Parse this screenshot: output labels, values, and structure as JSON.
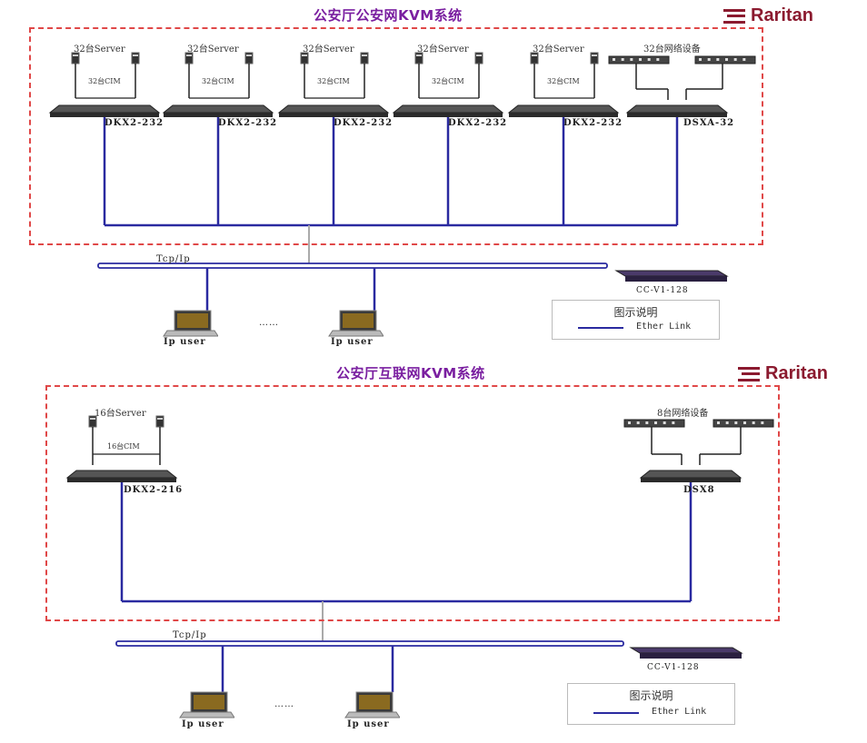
{
  "top": {
    "title": "公安厅公安网KVM系统",
    "brand": "Raritan",
    "switches": [
      {
        "label": "DKX2-232",
        "servers": "32台Server",
        "cable": "32台CIM"
      },
      {
        "label": "DKX2-232",
        "servers": "32台Server",
        "cable": "32台CIM"
      },
      {
        "label": "DKX2-232",
        "servers": "32台Server",
        "cable": "32台CIM"
      },
      {
        "label": "DKX2-232",
        "servers": "32台Server",
        "cable": "32台CIM"
      },
      {
        "label": "DKX2-232",
        "servers": "32台Server",
        "cable": "32台CIM"
      }
    ],
    "network_switch": {
      "label": "DSXA-32",
      "devices": "32台网络设备"
    },
    "bus_label": "Tcp/Ip",
    "cc_label": "CC-V1-128",
    "users": [
      "Ip user",
      "Ip user"
    ],
    "ellipsis": "……",
    "legend": {
      "title": "图示说明",
      "item": "Ether Link"
    }
  },
  "bottom": {
    "title": "公安厅互联网KVM系统",
    "brand": "Raritan",
    "switch": {
      "label": "DKX2-216",
      "servers": "16台Server",
      "cable": "16台CIM"
    },
    "network_switch": {
      "label": "DSX8",
      "devices": "8台网络设备"
    },
    "bus_label": "Tcp/Ip",
    "cc_label": "CC-V1-128",
    "users": [
      "Ip user",
      "Ip user"
    ],
    "ellipsis": "……",
    "legend": {
      "title": "图示说明",
      "item": "Ether Link"
    }
  },
  "colors": {
    "link": "#2a2aa0",
    "zone_border": "#e04848",
    "title": "#7a1fa0",
    "brand": "#8b1a2f"
  }
}
